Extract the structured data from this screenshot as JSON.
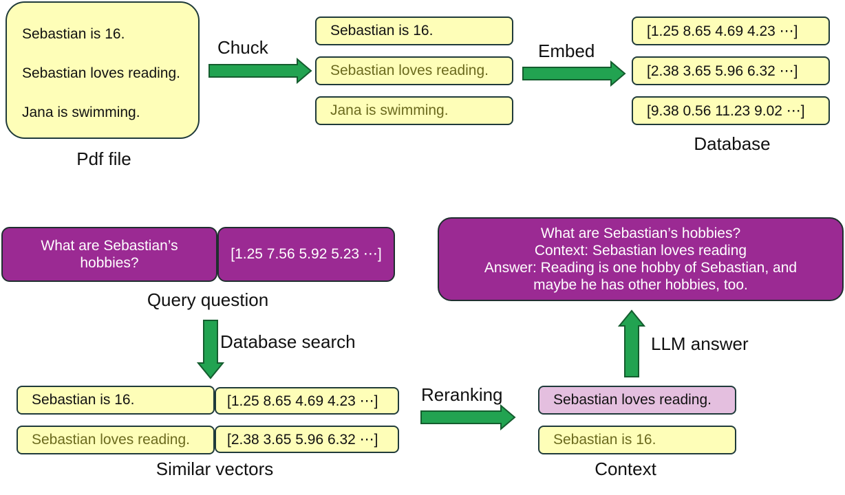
{
  "pdf": {
    "lines": [
      "Sebastian is 16.",
      "Sebastian loves reading.",
      "Jana is swimming."
    ],
    "label": "Pdf file"
  },
  "chunk": {
    "arrow_label": "Chuck",
    "items": [
      "Sebastian is 16.",
      "Sebastian loves reading.",
      "Jana is swimming."
    ]
  },
  "embed": {
    "arrow_label": "Embed",
    "vectors": [
      "[1.25 8.65 4.69 4.23 ⋯]",
      "[2.38 3.65 5.96 6.32 ⋯]",
      "[9.38 0.56 11.23 9.02 ⋯]"
    ],
    "label": "Database"
  },
  "query": {
    "question": "What are Sebastian’s hobbies?",
    "question_lines": [
      "What are Sebastian’s",
      "hobbies?"
    ],
    "vector": "[1.25 7.56 5.92 5.23 ⋯]",
    "label": "Query question"
  },
  "search": {
    "arrow_label": "Database search"
  },
  "similar": {
    "rows": [
      {
        "text": "Sebastian is 16.",
        "vector": "[1.25 8.65 4.69 4.23 ⋯]"
      },
      {
        "text": "Sebastian loves reading.",
        "vector": "[2.38 3.65 5.96 6.32 ⋯]"
      }
    ],
    "label": "Similar vectors"
  },
  "rerank": {
    "arrow_label": "Reranking"
  },
  "context": {
    "items": [
      "Sebastian loves reading.",
      "Sebastian is 16."
    ],
    "label": "Context"
  },
  "llm": {
    "arrow_label": "LLM answer"
  },
  "answer": {
    "lines": [
      "What are Sebastian’s hobbies?",
      "Context: Sebastian loves reading",
      "Answer: Reading is one hobby of Sebastian, and",
      "maybe he has other hobbies, too."
    ]
  },
  "colors": {
    "arrow_fill": "#22a351",
    "arrow_stroke": "#145c2e",
    "yellow_box": "#fefeb8",
    "purple_box": "#9b2a93",
    "pink_box": "#e4bfdf"
  }
}
